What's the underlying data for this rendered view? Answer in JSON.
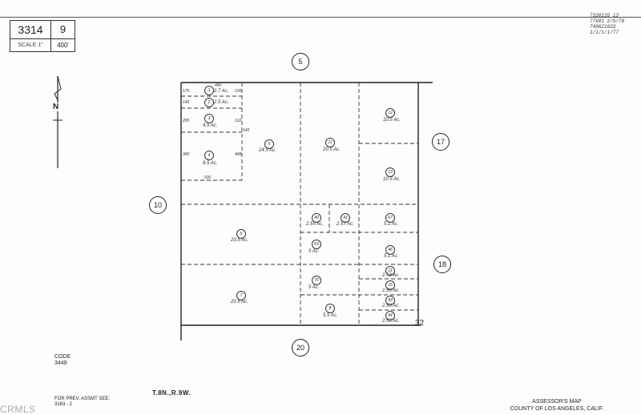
{
  "title_block": {
    "map_book": "3314",
    "page": "9",
    "scale_label": "SCALE 1\"",
    "scale_value": "400'"
  },
  "stamp_lines": [
    "7320135 13",
    "77601 2/5/70",
    "740621833",
    "1/1/1/1/77"
  ],
  "north_label": "N",
  "section_numbers": {
    "top": "5",
    "left": "10",
    "right_upper": "17",
    "right_lower": "18",
    "bottom": "20"
  },
  "parcels": [
    {
      "num": "1",
      "area": "2.7 Ac."
    },
    {
      "num": "2",
      "area": "2.5 Ac."
    },
    {
      "num": "3",
      "area": "4.5 Ac."
    },
    {
      "num": "4",
      "area": "8.5 Ac."
    },
    {
      "num": "5",
      "area": "24.5 Ac."
    },
    {
      "num": "11",
      "area": "20.5 Ac."
    },
    {
      "num": "12",
      "area": "10.5 Ac."
    },
    {
      "num": "13",
      "area": "10.5 Ac."
    },
    {
      "num": "6",
      "area": "20.5 Ac."
    },
    {
      "num": "40",
      "area": "2.55 Ac."
    },
    {
      "num": "41",
      "area": "2.57 Ac."
    },
    {
      "num": "67",
      "area": "5.1 Ac."
    },
    {
      "num": "63",
      "area": "5 Ac."
    },
    {
      "num": "46",
      "area": "5.1 Ac."
    },
    {
      "num": "11",
      "area": "2.53 Ac."
    },
    {
      "num": "7",
      "area": "20.5 Ac."
    },
    {
      "num": "70",
      "area": "5 Ac."
    },
    {
      "num": "16",
      "area": "2.53 Ac."
    },
    {
      "num": "43",
      "area": "2.53 Ac."
    },
    {
      "num": "8",
      "area": "5.5 Ac."
    },
    {
      "num": "44",
      "area": "2.53 Ac."
    }
  ],
  "dim_labels": [
    "440",
    "175",
    "145",
    "100",
    "200",
    "122",
    "140",
    "340",
    "500",
    "448"
  ],
  "corner_number": "32",
  "code_label": "CODE",
  "code_value": "3449",
  "prev_label": "FOR PREV. ASSMT SEE:",
  "prev_value": "3163 - 2",
  "township": "T.8N.,R.9W.",
  "assessor_line1": "ASSESSOR'S MAP",
  "assessor_line2": "COUNTY OF LOS ANGELES, CALIF.",
  "watermark": "CRMLS"
}
